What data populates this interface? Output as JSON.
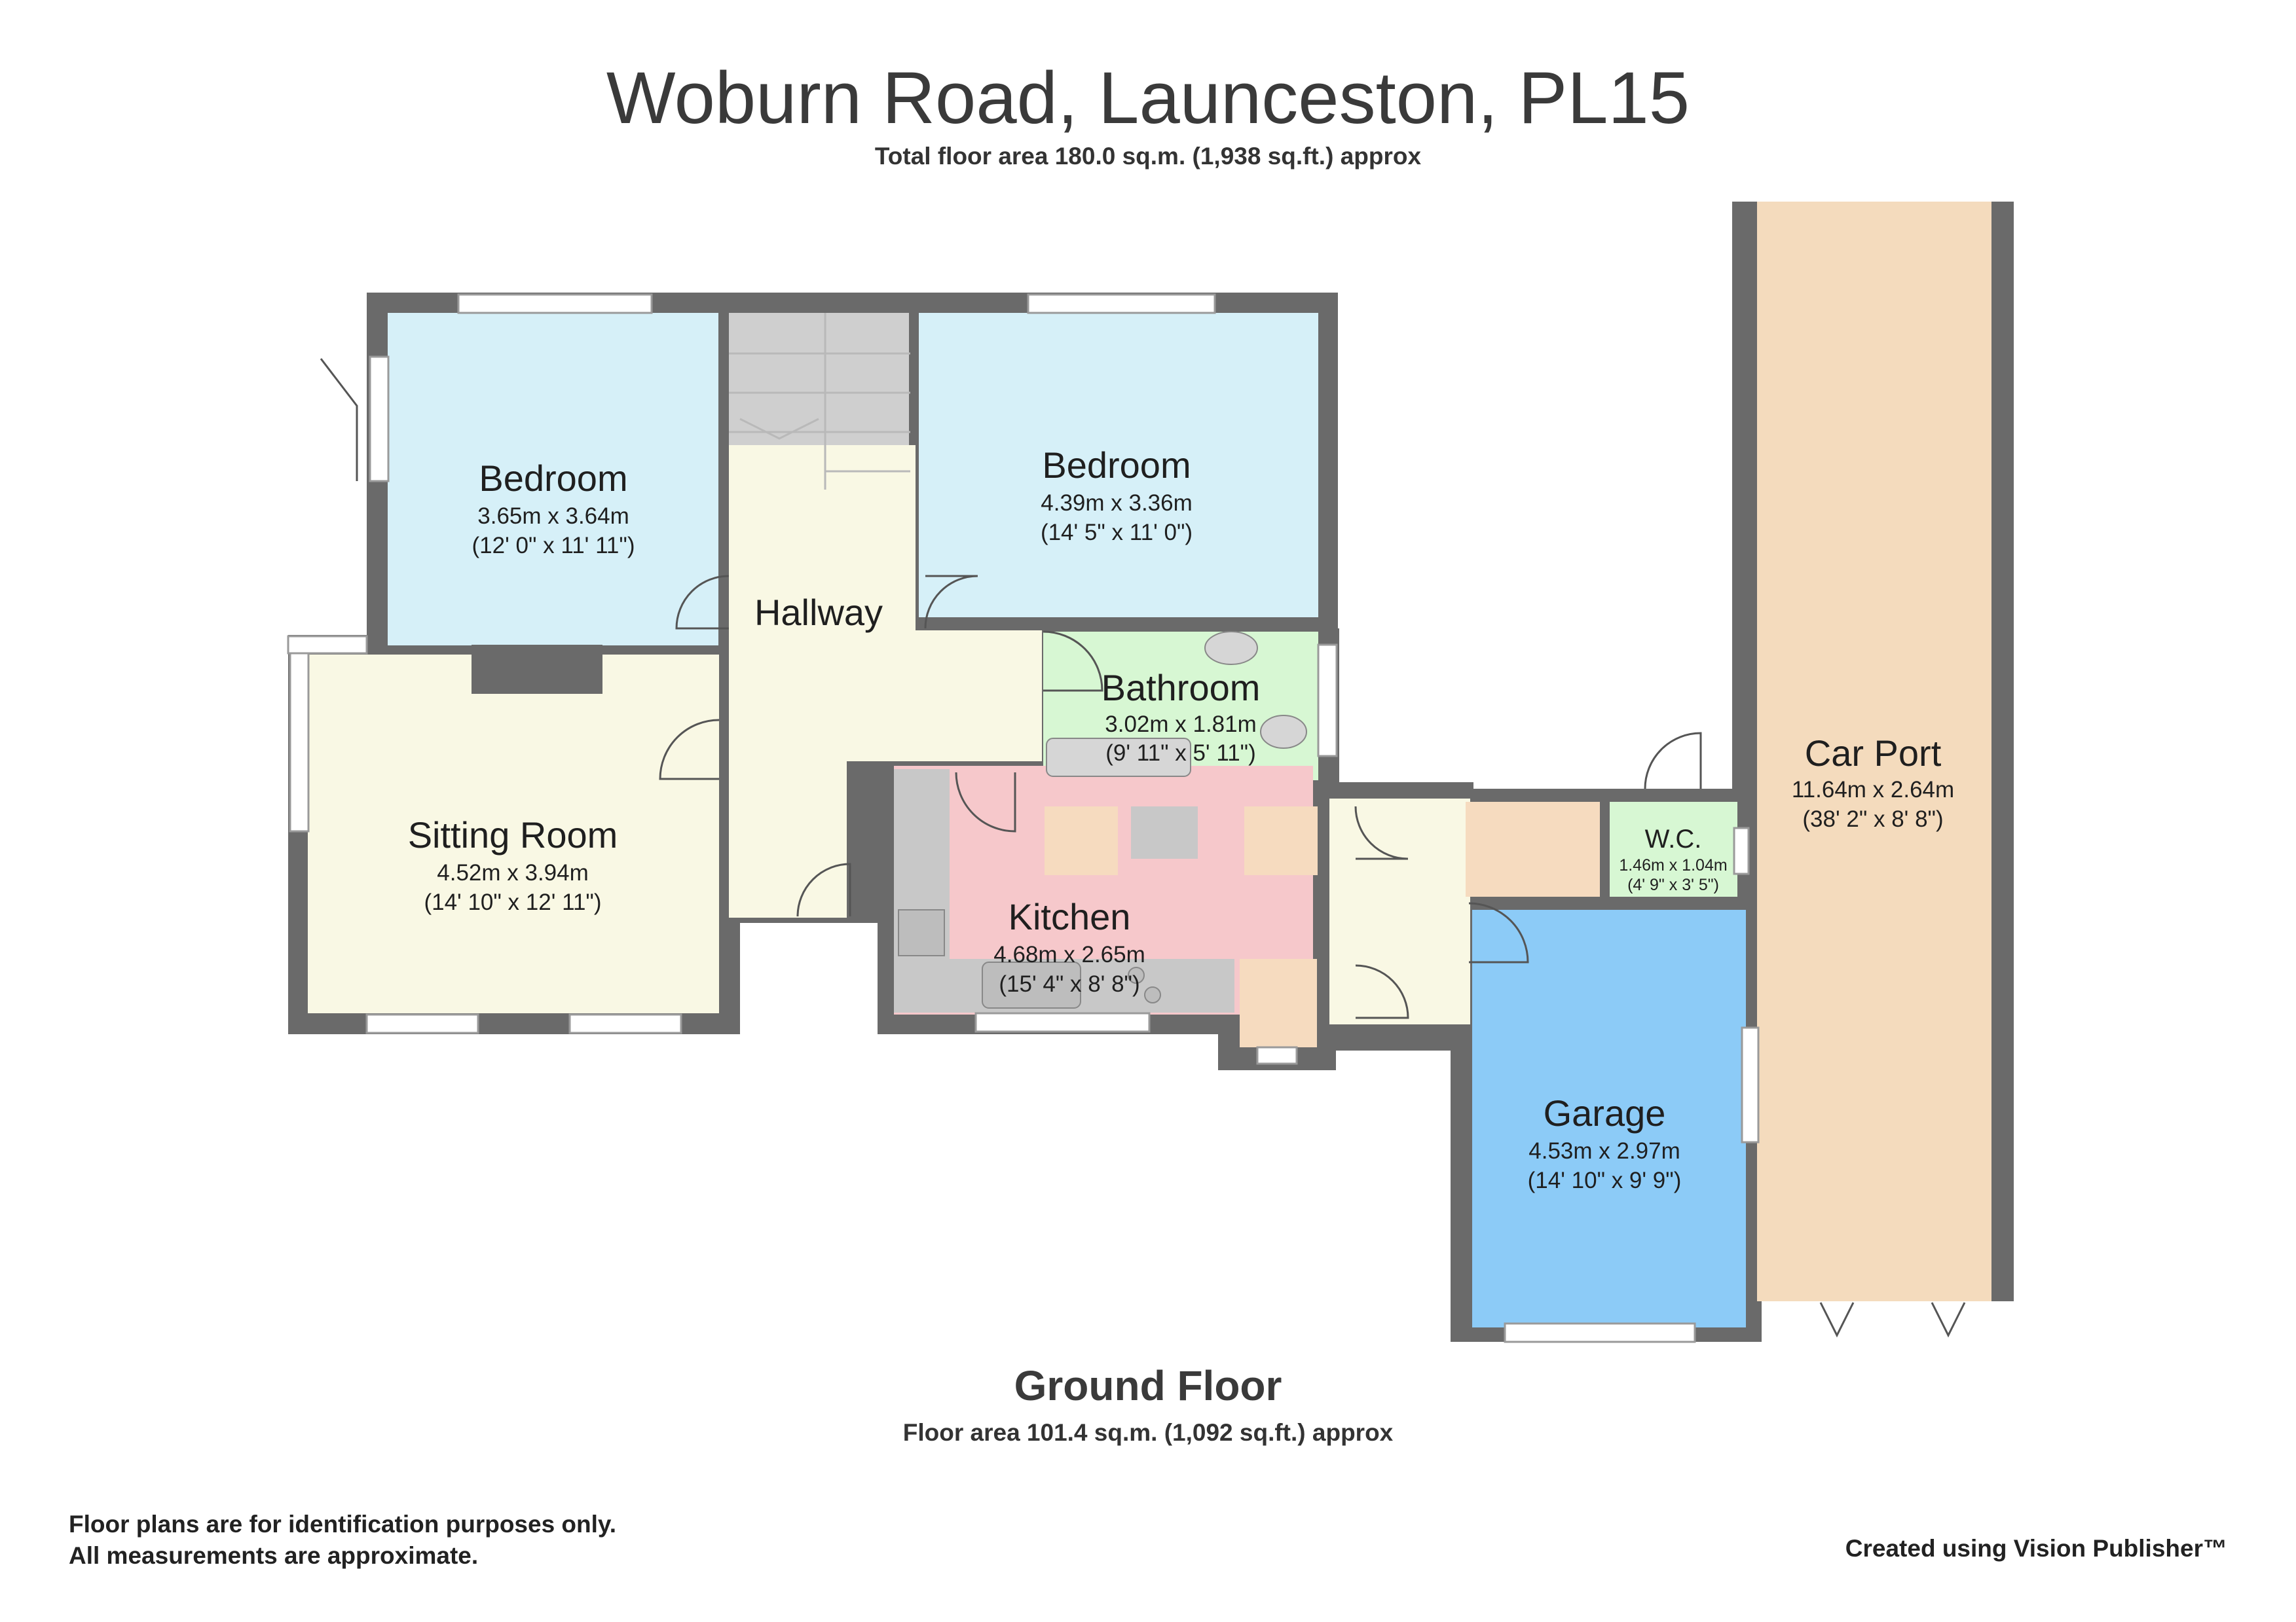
{
  "header": {
    "title": "Woburn Road, Launceston, PL15",
    "total_area": "Total floor area 180.0 sq.m. (1,938 sq.ft.) approx"
  },
  "rooms": {
    "bedroom1": {
      "name": "Bedroom",
      "metric": "3.65m x 3.64m",
      "imperial": "(12' 0\" x 11' 11\")"
    },
    "bedroom2": {
      "name": "Bedroom",
      "metric": "4.39m x 3.36m",
      "imperial": "(14' 5\" x 11' 0\")"
    },
    "hallway": {
      "name": "Hallway"
    },
    "bathroom": {
      "name": "Bathroom",
      "metric": "3.02m x 1.81m",
      "imperial": "(9' 11\" x 5' 11\")"
    },
    "sitting_room": {
      "name": "Sitting Room",
      "metric": "4.52m x 3.94m",
      "imperial": "(14' 10\" x 12' 11\")"
    },
    "kitchen": {
      "name": "Kitchen",
      "metric": "4.68m x 2.65m",
      "imperial": "(15' 4\" x 8' 8\")"
    },
    "wc": {
      "name": "W.C.",
      "metric": "1.46m x 1.04m",
      "imperial": "(4' 9\" x 3' 5\")"
    },
    "garage": {
      "name": "Garage",
      "metric": "4.53m x 2.97m",
      "imperial": "(14' 10\" x 9' 9\")"
    },
    "car_port": {
      "name": "Car Port",
      "metric": "11.64m x 2.64m",
      "imperial": "(38' 2\" x 8' 8\")"
    }
  },
  "floor": {
    "name": "Ground Floor",
    "area": "Floor area 101.4 sq.m. (1,092 sq.ft.) approx"
  },
  "footer": {
    "disclaimer_line1": "Floor plans are for identification purposes only.",
    "disclaimer_line2": "All measurements are approximate.",
    "credit": "Created using Vision Publisher™"
  },
  "colors": {
    "bedroom": "#d6f0f8",
    "hallway": "#f9f8e4",
    "sitting_room": "#f9f8e4",
    "bathroom": "#d7f7d3",
    "kitchen": "#f6c8cb",
    "wc": "#d7f7d3",
    "garage": "#8ccbf7",
    "car_port": "#f4dbbd",
    "cupboard": "#f6dbbf",
    "worktop": "#c8c8c8",
    "wall": "#6a6a6a"
  }
}
